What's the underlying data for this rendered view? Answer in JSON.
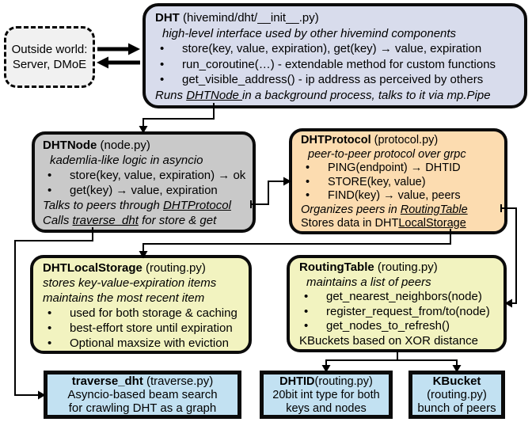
{
  "glyphs": {
    "bullet": "•"
  },
  "colors": {
    "dht_fill": "#d8dcec",
    "dhtnode_fill": "#c9c9c9",
    "dhtprotocol_fill": "#fcdcb0",
    "storage_fill": "#f2f3c0",
    "leaf_fill": "#c2e1f2",
    "outside_fill": "#f1f1f1",
    "line_color": "#000000"
  },
  "boxes": {
    "outside_world": {
      "lines": [
        {
          "style": "center",
          "parts": [
            {
              "text": "Outside world:"
            }
          ]
        },
        {
          "style": "center",
          "parts": [
            {
              "text": "Server, DMoE"
            }
          ]
        }
      ]
    },
    "dht": {
      "lines": [
        {
          "style": "title",
          "parts": [
            {
              "text": "DHT",
              "bold": true
            },
            {
              "text": " (hivemind/dht/__init__.py)"
            }
          ]
        },
        {
          "style": "italic ind",
          "parts": [
            {
              "text": "high-level interface used by other hivemind components"
            }
          ]
        },
        {
          "style": "bullet",
          "parts": [
            {
              "text": "store(key, value, expiration), get(key) → value, expiration"
            }
          ]
        },
        {
          "style": "bullet",
          "parts": [
            {
              "text": "run_coroutine(…) - extendable method for custom functions"
            }
          ]
        },
        {
          "style": "bullet",
          "parts": [
            {
              "text": "get_visible_address() - ip address as perceived by others"
            }
          ]
        },
        {
          "style": "italic",
          "parts": [
            {
              "text": "Runs "
            },
            {
              "text": "DHTNode ",
              "underline": true
            },
            {
              "text": "in a background process, talks to it via mp.Pipe"
            }
          ]
        }
      ]
    },
    "dhtnode": {
      "lines": [
        {
          "style": "title",
          "parts": [
            {
              "text": "DHTNode",
              "bold": true
            },
            {
              "text": " (node.py)"
            }
          ]
        },
        {
          "style": "italic ind",
          "parts": [
            {
              "text": "kademlia-like logic in asyncio"
            }
          ]
        },
        {
          "style": "bullet",
          "parts": [
            {
              "text": "store(key, value, expiration) → ok"
            }
          ]
        },
        {
          "style": "bullet",
          "parts": [
            {
              "text": "get(key) → value, expiration"
            }
          ]
        },
        {
          "style": "italic",
          "parts": [
            {
              "text": "Talks to peers through "
            },
            {
              "text": "DHTProtocol",
              "underline": true
            }
          ]
        },
        {
          "style": "italic",
          "parts": [
            {
              "text": "Calls "
            },
            {
              "text": "traverse_dht",
              "underline": true
            },
            {
              "text": " for store & get"
            }
          ]
        }
      ]
    },
    "dhtprotocol": {
      "lines": [
        {
          "style": "title",
          "parts": [
            {
              "text": "DHTProtocol",
              "bold": true
            },
            {
              "text": " (protocol.py)"
            }
          ]
        },
        {
          "style": "italic ind",
          "parts": [
            {
              "text": "peer-to-peer protocol over grpc"
            }
          ]
        },
        {
          "style": "bullet",
          "parts": [
            {
              "text": "PING(endpoint) → DHTID"
            }
          ]
        },
        {
          "style": "bullet",
          "parts": [
            {
              "text": "STORE(key, value)"
            }
          ]
        },
        {
          "style": "bullet",
          "parts": [
            {
              "text": "FIND(key) → value, peers"
            }
          ]
        },
        {
          "style": "italic",
          "parts": [
            {
              "text": "Organizes peers in "
            },
            {
              "text": "RoutingTable",
              "underline": true
            }
          ]
        },
        {
          "style": "plain",
          "parts": [
            {
              "text": "Stores data in DHT"
            },
            {
              "text": "LocalStorage",
              "underline": true
            }
          ]
        }
      ]
    },
    "dhtlocalstorage": {
      "lines": [
        {
          "style": "title",
          "parts": [
            {
              "text": "DHTLocalStorage",
              "bold": true
            },
            {
              "text": " (routing.py)"
            }
          ]
        },
        {
          "style": "italic",
          "parts": [
            {
              "text": "stores key-value-expiration items"
            }
          ]
        },
        {
          "style": "italic",
          "parts": [
            {
              "text": "maintains the most recent item"
            }
          ]
        },
        {
          "style": "bullet",
          "parts": [
            {
              "text": "used for both storage & caching"
            }
          ]
        },
        {
          "style": "bullet",
          "parts": [
            {
              "text": "best-effort store until expiration"
            }
          ]
        },
        {
          "style": "bullet",
          "parts": [
            {
              "text": "Optional maxsize with eviction"
            }
          ]
        }
      ]
    },
    "routingtable": {
      "lines": [
        {
          "style": "title",
          "parts": [
            {
              "text": "RoutingTable",
              "bold": true
            },
            {
              "text": " (routing.py)"
            }
          ]
        },
        {
          "style": "italic ind",
          "parts": [
            {
              "text": "maintains a list of peers"
            }
          ]
        },
        {
          "style": "bullet",
          "parts": [
            {
              "text": "get_nearest_neighbors(node)"
            }
          ]
        },
        {
          "style": "bullet",
          "parts": [
            {
              "text": "register_request_from/to(node)"
            }
          ]
        },
        {
          "style": "bullet",
          "parts": [
            {
              "text": "get_nodes_to_refresh()"
            }
          ]
        },
        {
          "style": "plain",
          "parts": [
            {
              "text": "KBuckets based on XOR distance"
            }
          ]
        }
      ]
    },
    "traverse_dht": {
      "lines": [
        {
          "style": "center",
          "parts": [
            {
              "text": "traverse_dht",
              "bold": true
            },
            {
              "text": " (traverse.py)"
            }
          ]
        },
        {
          "style": "center",
          "parts": [
            {
              "text": "Asyncio-based beam search"
            }
          ]
        },
        {
          "style": "center",
          "parts": [
            {
              "text": "for crawling DHT as a graph"
            }
          ]
        }
      ]
    },
    "dhtid": {
      "lines": [
        {
          "style": "center",
          "parts": [
            {
              "text": "DHTID",
              "bold": true
            },
            {
              "text": "(routing.py)"
            }
          ]
        },
        {
          "style": "center",
          "parts": [
            {
              "text": "20bit int type for both"
            }
          ]
        },
        {
          "style": "center",
          "parts": [
            {
              "text": "keys and nodes"
            }
          ]
        }
      ]
    },
    "kbucket": {
      "lines": [
        {
          "style": "center",
          "parts": [
            {
              "text": "KBucket",
              "bold": true
            }
          ]
        },
        {
          "style": "center",
          "parts": [
            {
              "text": "(routing.py)"
            }
          ]
        },
        {
          "style": "center",
          "parts": [
            {
              "text": "bunch of peers"
            }
          ]
        }
      ]
    }
  }
}
